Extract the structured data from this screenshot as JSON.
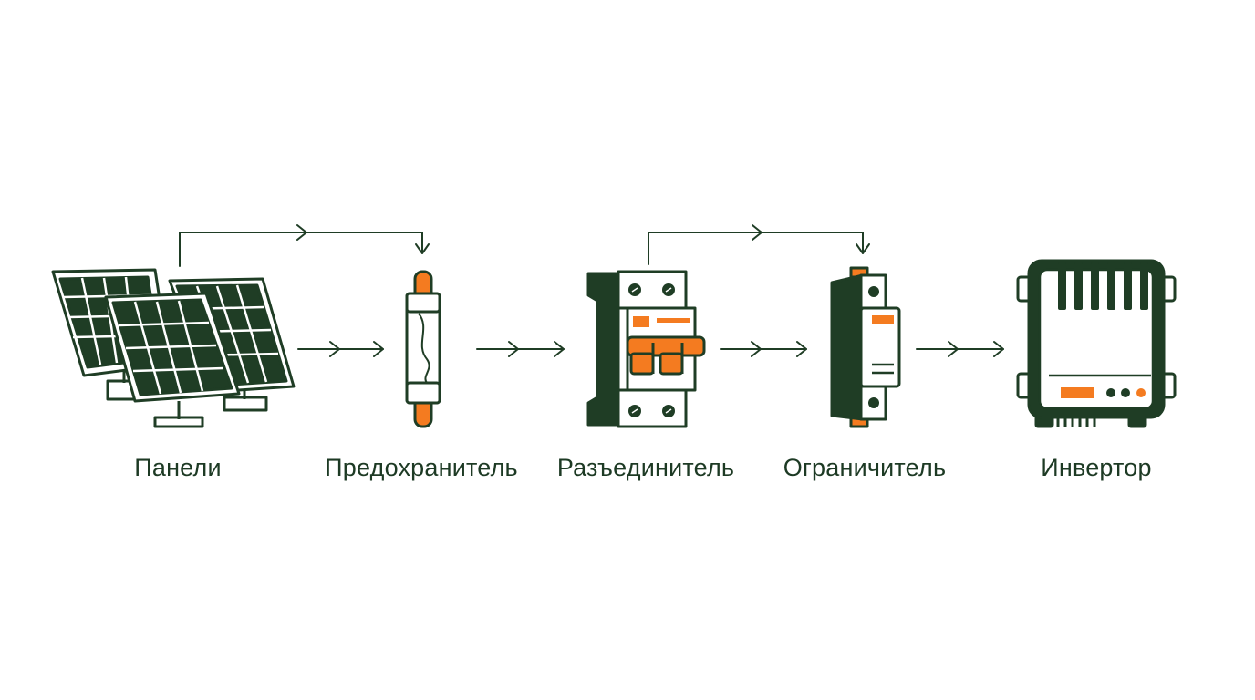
{
  "colors": {
    "primary": "#1f3d25",
    "accent": "#f47b20",
    "background": "#ffffff"
  },
  "components": [
    {
      "label": "Панели",
      "icon": "solar-panels-icon"
    },
    {
      "label": "Предохранитель",
      "icon": "fuse-icon"
    },
    {
      "label": "Разъединитель",
      "icon": "circuit-breaker-icon"
    },
    {
      "label": "Ограничитель",
      "icon": "surge-protector-icon"
    },
    {
      "label": "Инвертор",
      "icon": "inverter-icon"
    }
  ]
}
